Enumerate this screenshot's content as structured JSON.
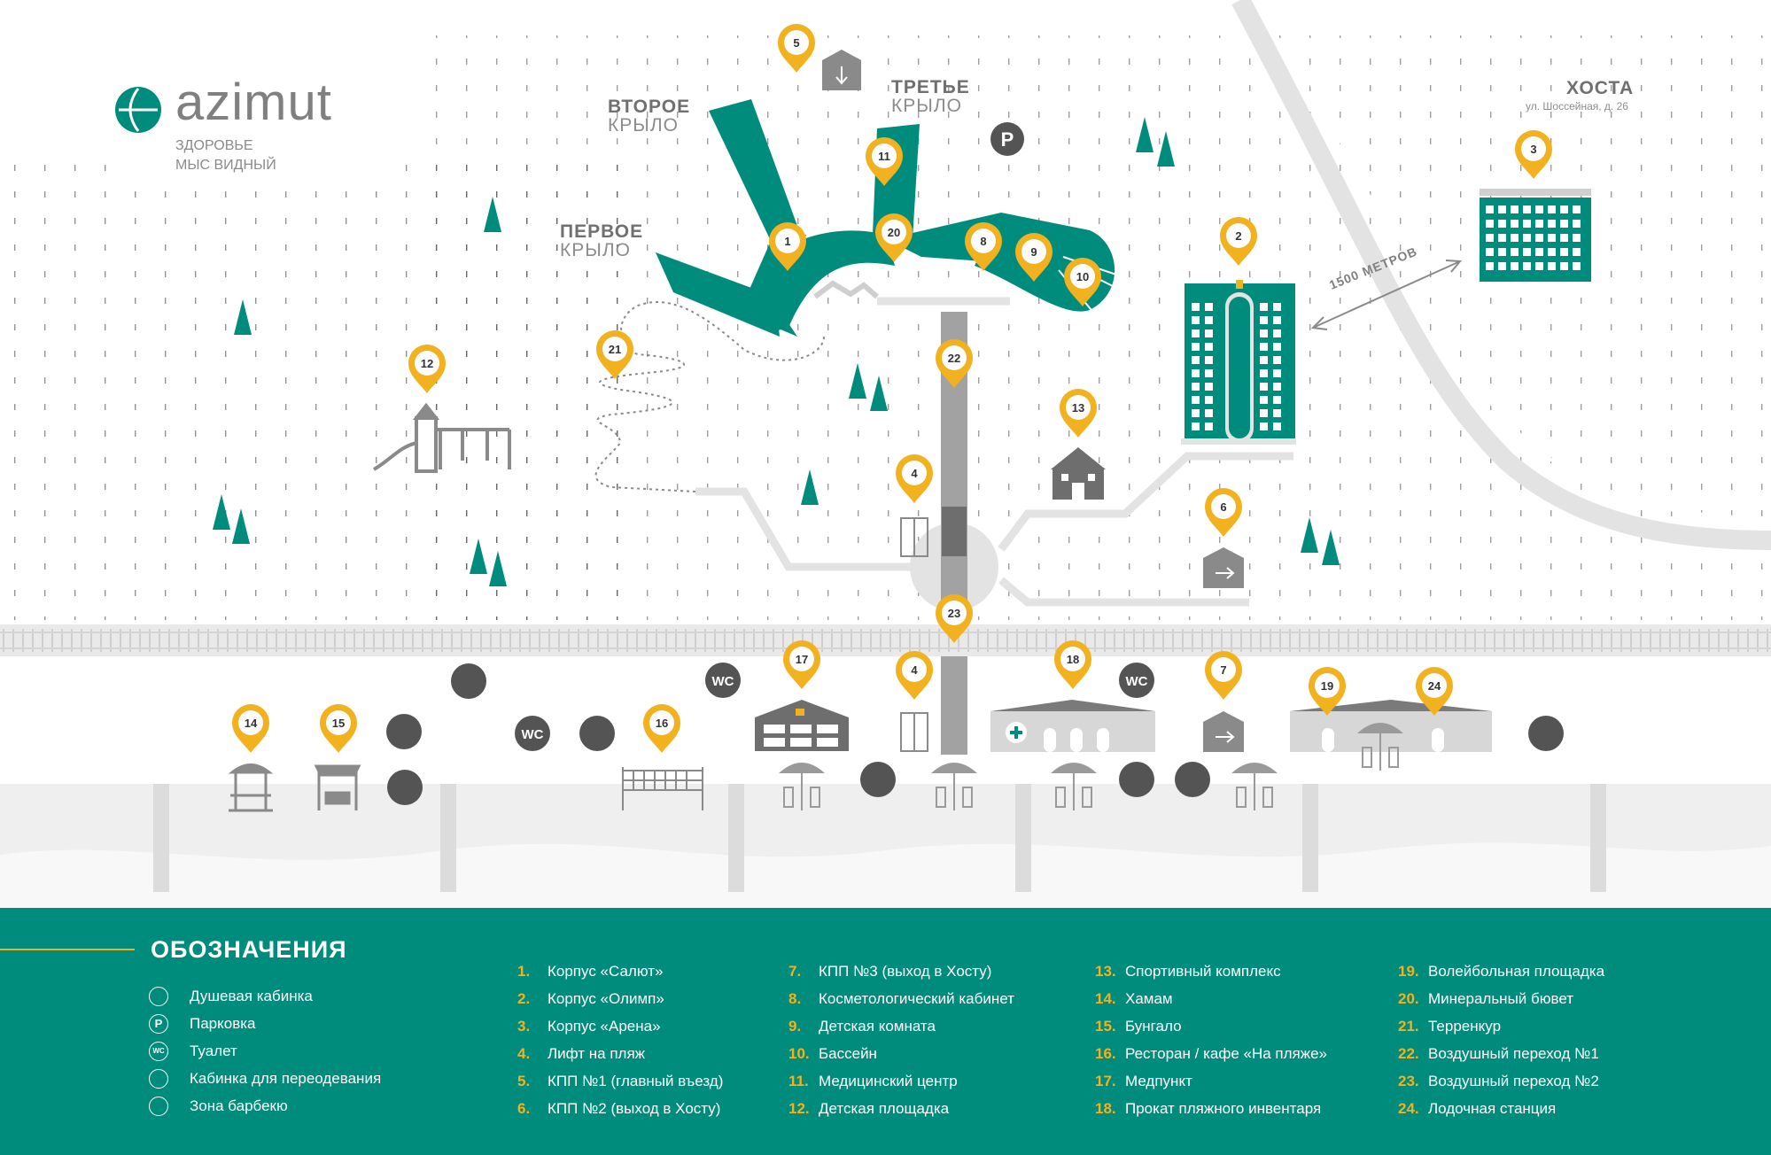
{
  "brand": {
    "name": "azimut",
    "line1": "ЗДОРОВЬЕ",
    "line2": "МЫС ВИДНЫЙ",
    "color": "#008c7c"
  },
  "wings": [
    {
      "name": "ПЕРВОЕ",
      "sub": "КРЫЛО"
    },
    {
      "name": "ВТОРОЕ",
      "sub": "КРЫЛО"
    },
    {
      "name": "ТРЕТЬЕ",
      "sub": "КРЫЛО"
    }
  ],
  "khosta": {
    "name": "ХОСТА",
    "address": "ул. Шоссейная, д. 26"
  },
  "distance_label": "1500 МЕТРОВ",
  "parking_symbol": "P",
  "wc_label": "WC",
  "legend": {
    "title": "ОБОЗНАЧЕНИЯ",
    "symbols": [
      {
        "icon": "shower-icon",
        "glyph": "",
        "label": "Душевая кабинка"
      },
      {
        "icon": "parking-icon",
        "glyph": "P",
        "label": "Парковка"
      },
      {
        "icon": "toilet-icon",
        "glyph": "WC",
        "label": "Туалет"
      },
      {
        "icon": "changing-cabin-icon",
        "glyph": "",
        "label": "Кабинка для переодевания"
      },
      {
        "icon": "barbecue-icon",
        "glyph": "",
        "label": "Зона барбекю"
      }
    ],
    "items": [
      {
        "num": "1.",
        "label": "Корпус «Салют»"
      },
      {
        "num": "2.",
        "label": "Корпус «Олимп»"
      },
      {
        "num": "3.",
        "label": "Корпус «Арена»"
      },
      {
        "num": "4.",
        "label": "Лифт на пляж"
      },
      {
        "num": "5.",
        "label": "КПП №1 (главный въезд)"
      },
      {
        "num": "6.",
        "label": "КПП №2 (выход в Хосту)"
      },
      {
        "num": "7.",
        "label": "КПП №3 (выход в Хосту)"
      },
      {
        "num": "8.",
        "label": "Косметологический кабинет"
      },
      {
        "num": "9.",
        "label": "Детская комната"
      },
      {
        "num": "10.",
        "label": "Бассейн"
      },
      {
        "num": "11.",
        "label": "Медицинский центр"
      },
      {
        "num": "12.",
        "label": "Детская площадка"
      },
      {
        "num": "13.",
        "label": "Спортивный комплекс"
      },
      {
        "num": "14.",
        "label": "Хамам"
      },
      {
        "num": "15.",
        "label": "Бунгало"
      },
      {
        "num": "16.",
        "label": "Ресторан / кафе «На пляже»"
      },
      {
        "num": "17.",
        "label": "Медпункт"
      },
      {
        "num": "18.",
        "label": "Прокат пляжного инвентаря"
      },
      {
        "num": "19.",
        "label": "Волейбольная площадка"
      },
      {
        "num": "20.",
        "label": "Минеральный бювет"
      },
      {
        "num": "21.",
        "label": "Терренкур"
      },
      {
        "num": "22.",
        "label": "Воздушный переход №1"
      },
      {
        "num": "23.",
        "label": "Воздушный переход №2"
      },
      {
        "num": "24.",
        "label": "Лодочная станция"
      }
    ]
  },
  "markers": [
    "1",
    "2",
    "3",
    "4",
    "4",
    "5",
    "6",
    "7",
    "8",
    "9",
    "10",
    "11",
    "12",
    "13",
    "14",
    "15",
    "16",
    "17",
    "18",
    "19",
    "20",
    "21",
    "22",
    "23",
    "24"
  ],
  "colors": {
    "teal": "#008c7c",
    "marker": "#f2b11e",
    "icon_dark": "#545454",
    "gray_light": "#e3e3e3"
  }
}
